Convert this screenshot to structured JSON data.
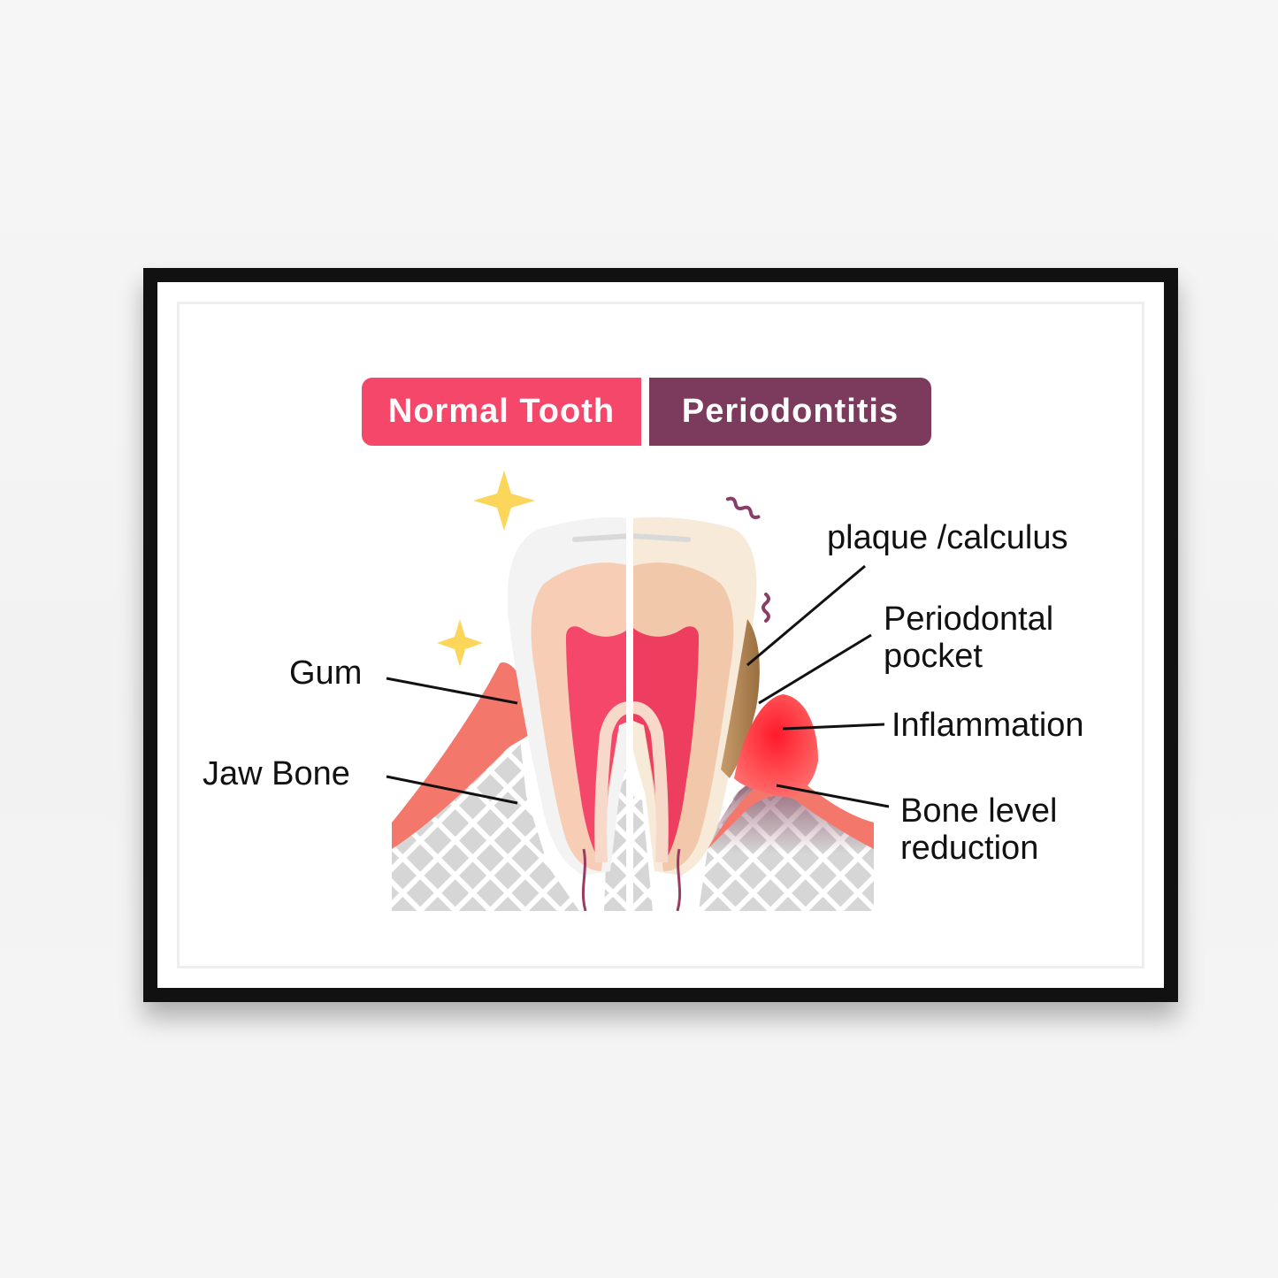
{
  "titles": {
    "left": "Normal Tooth",
    "right": "Periodontitis"
  },
  "labels": {
    "gum": "Gum",
    "jaw_bone": "Jaw Bone",
    "plaque": "plaque /calculus",
    "pocket_line1": "Periodontal",
    "pocket_line2": "pocket",
    "inflammation": "Inflammation",
    "bone_line1": "Bone level",
    "bone_line2": "reduction"
  },
  "colors": {
    "normal_header": "#f4476a",
    "periodontitis_header": "#7c3a5c",
    "gum": "#f4776c",
    "pulp": "#f4476a",
    "enamel": "#f3f3f3",
    "dentin": "#f7cdb6",
    "calculus": "#a67c4e",
    "inflammation": "#ff1f2f",
    "bone_grid": "#cfcfcf",
    "sparkle": "#fbd65a"
  },
  "icons": [
    "sparkle-icon",
    "wavy-line-icon"
  ]
}
